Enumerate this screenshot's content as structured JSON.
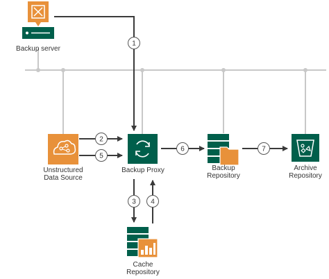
{
  "colors": {
    "green": "#005f4b",
    "orange": "#e8913a",
    "bus_line": "#c8c8c8",
    "arrow": "#3a3a3a",
    "white": "#ffffff"
  },
  "nodes": {
    "backup_server": {
      "label": "Backup server",
      "icon": "backup-server-icon"
    },
    "data_source": {
      "label_line1": "Unstructured",
      "label_line2": "Data Source",
      "icon": "cloud-share-icon"
    },
    "backup_proxy": {
      "label": "Backup Proxy",
      "icon": "refresh-cycle-icon"
    },
    "backup_repository": {
      "label_line1": "Backup",
      "label_line2": "Repository",
      "icon": "repository-folder-icon"
    },
    "archive_repository": {
      "label_line1": "Archive",
      "label_line2": "Repository",
      "icon": "archive-bucket-icon"
    },
    "cache_repository": {
      "label_line1": "Cache",
      "label_line2": "Repository",
      "icon": "cache-database-icon"
    }
  },
  "steps": [
    "1",
    "2",
    "3",
    "4",
    "5",
    "6",
    "7"
  ]
}
